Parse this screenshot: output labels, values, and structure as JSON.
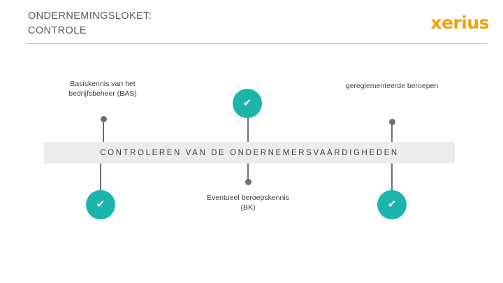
{
  "header": {
    "title_line1": "ONDERNEMINGSLOKET:",
    "title_line2": "CONTROLE",
    "logo": "xerius"
  },
  "band": {
    "label": "CONTROLEREN VAN DE ONDERNEMERSVAARDIGHEDEN"
  },
  "markers": {
    "check_glyph": "✔"
  },
  "labels": {
    "top_left": "Basiskennis van het bedrijfsbeheer (BAS)",
    "top_right": "gereglementeerde beroepen",
    "bottom_center": "Eventueel beroepskennis (BK)"
  },
  "colors": {
    "accent": "#1bb5ae",
    "brand": "#f0a30a",
    "band": "#ececec",
    "stem": "#6f6f6f"
  }
}
